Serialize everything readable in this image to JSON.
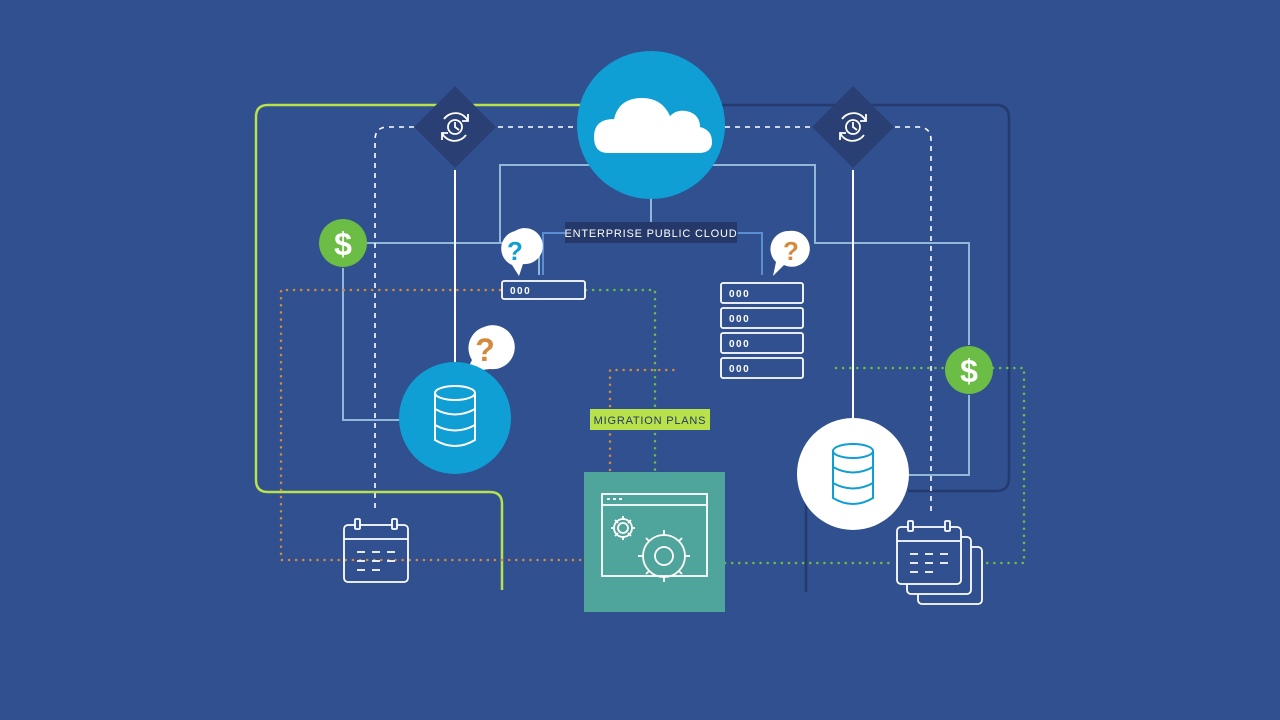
{
  "labels": {
    "enterprise_public_cloud": "ENTERPRISE PUBLIC CLOUD",
    "migration_plans": "MIGRATION PLANS"
  },
  "server_unit_text": "000",
  "glyphs": {
    "question": "?",
    "dollar": "$"
  },
  "colors": {
    "background": "#30508f",
    "cloud_blue": "#109fd4",
    "lime_green": "#b9e24a",
    "dollar_green": "#6cbd45",
    "question_orange": "#d38a3c",
    "dotted_orange": "#d38a3c",
    "dotted_green": "#6cbd45",
    "teal_panel": "#4fa59b",
    "diamond_navy": "#2a3f73",
    "label_navy": "#24386a"
  },
  "icons": [
    "cloud-icon",
    "sync-clock-icon",
    "dollar-icon",
    "question-bubble-icon",
    "database-icon",
    "server-rack-icon",
    "calendar-icon",
    "stacked-calendars-icon",
    "gear-window-icon"
  ]
}
